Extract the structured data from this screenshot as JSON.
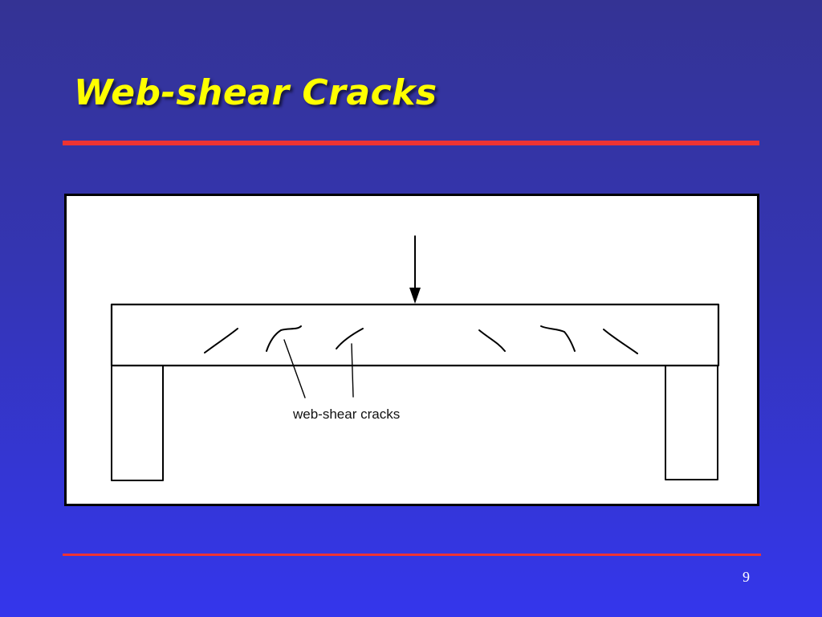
{
  "slide": {
    "title": "Web-shear Cracks",
    "page_number": "9"
  },
  "figure": {
    "label": "web-shear cracks",
    "crack_count": 6,
    "load_arrow": "down-arrow-icon"
  },
  "colors": {
    "background_top": "#343394",
    "background_bottom": "#3436ec",
    "title": "#ffff00",
    "rule": "#ee3333",
    "figure_background": "#ffffff",
    "line": "#000000"
  }
}
